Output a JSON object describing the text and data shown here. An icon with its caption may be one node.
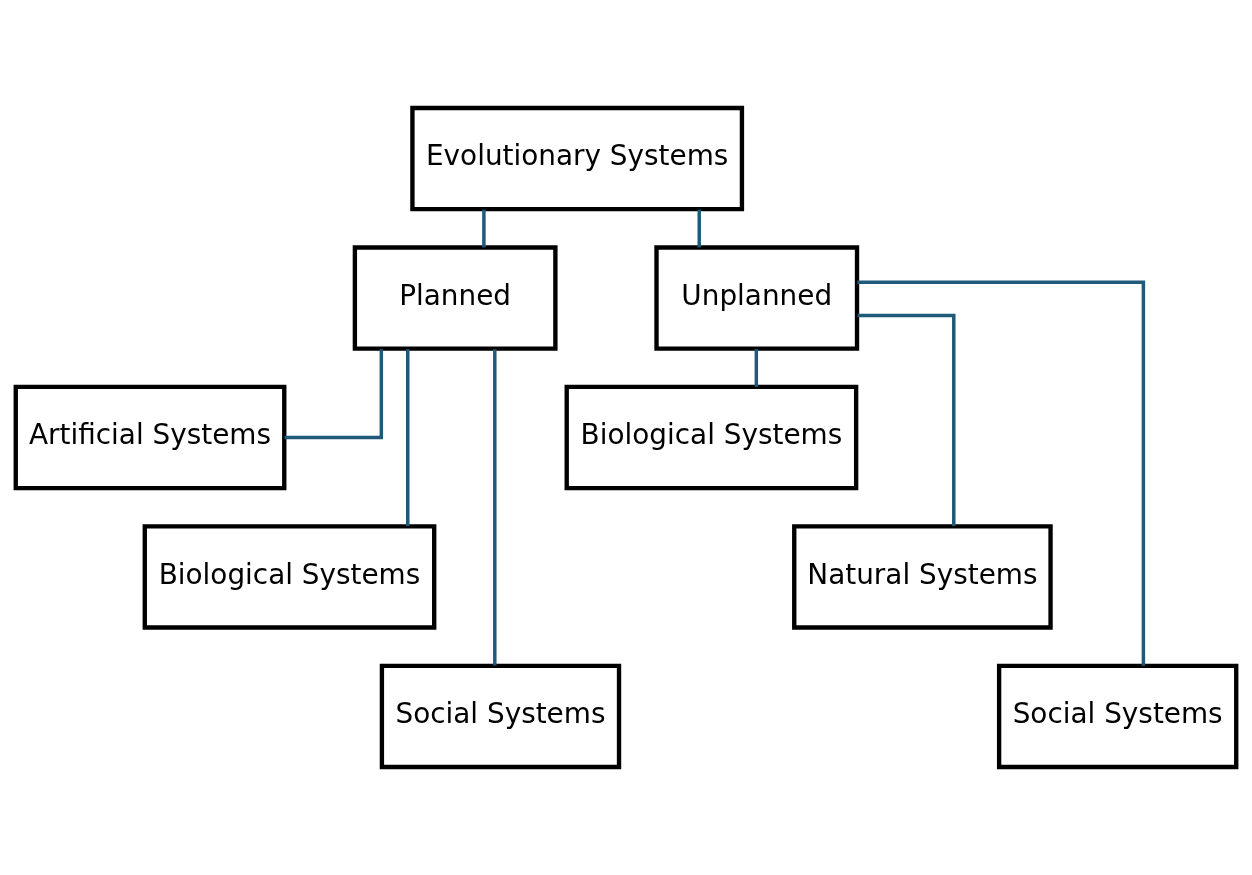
{
  "diagram": {
    "nodes": [
      {
        "text": [
          "Evolutionary Systems"
        ]
      },
      {
        "text": [
          "Planned"
        ]
      },
      {
        "text": [
          "Unplanned"
        ]
      },
      {
        "text": [
          "Artificial Systems"
        ]
      },
      {
        "text": [
          "Biological Systems"
        ]
      },
      {
        "text": [
          "Social Systems"
        ]
      },
      {
        "text": [
          "Biological Systems"
        ]
      },
      {
        "text": [
          "Natural Systems"
        ]
      },
      {
        "text": [
          "Social Systems"
        ]
      }
    ],
    "edges": [
      {
        "from": 0,
        "to": 1,
        "arrow": "none"
      },
      {
        "from": 0,
        "to": 2,
        "arrow": "none"
      },
      {
        "from": 1,
        "to": 3,
        "arrow": "none"
      },
      {
        "from": 1,
        "to": 4,
        "arrow": "none"
      },
      {
        "from": 1,
        "to": 5,
        "arrow": "none"
      },
      {
        "from": 2,
        "to": 6,
        "arrow": "none"
      },
      {
        "from": 2,
        "to": 7,
        "arrow": "none"
      },
      {
        "from": 2,
        "to": 8,
        "arrow": "none"
      }
    ]
  }
}
